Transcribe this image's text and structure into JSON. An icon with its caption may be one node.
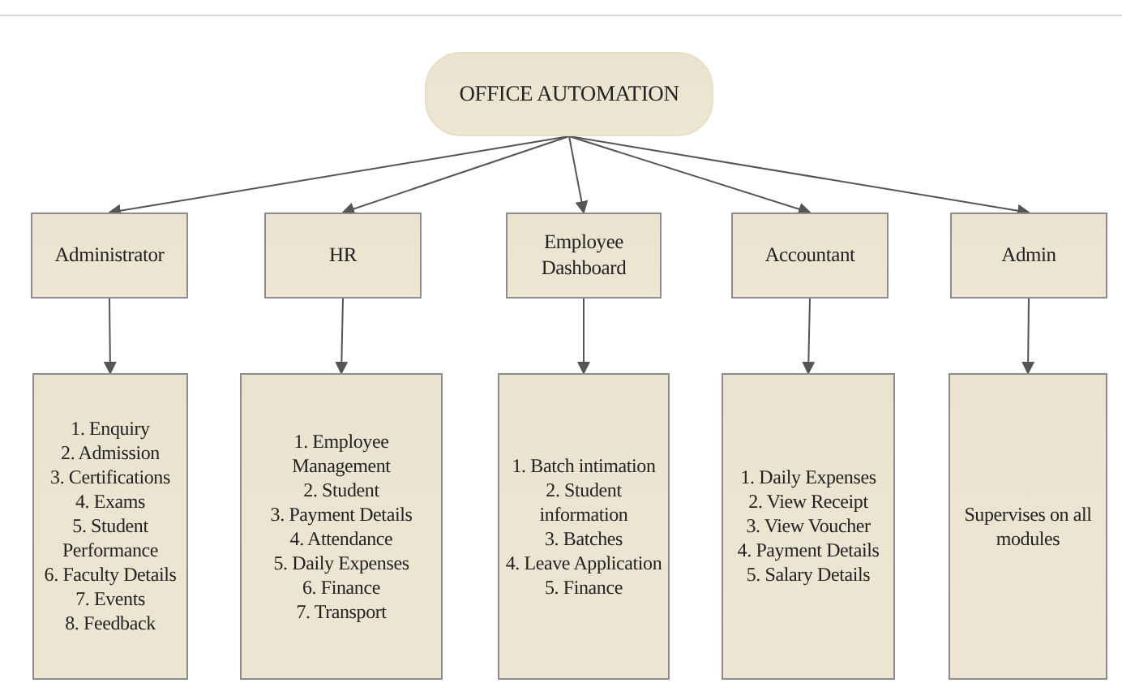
{
  "diagram": {
    "nodes": [
      {
        "text": [
          "OFFICE AUTOMATION"
        ]
      },
      {
        "text": [
          "Administrator"
        ]
      },
      {
        "text": [
          "HR"
        ]
      },
      {
        "text": [
          "Employee Dashboard"
        ]
      },
      {
        "text": [
          "Accountant"
        ]
      },
      {
        "text": [
          "Admin"
        ]
      },
      {
        "text": [
          "1. Enquiry",
          "2. Admission",
          "3. Certifications",
          "4. Exams",
          "5. Student Performance",
          "6. Faculty Details",
          "7. Events",
          "8. Feedback"
        ]
      },
      {
        "text": [
          "1. Employee Management",
          "2. Student",
          "3. Payment Details",
          "4. Attendance",
          "5. Daily Expenses",
          "6. Finance",
          "7. Transport"
        ]
      },
      {
        "text": [
          "1. Batch intimation",
          "2. Student information",
          "3. Batches",
          "4. Leave Application",
          "5. Finance"
        ]
      },
      {
        "text": [
          "1. Daily Expenses",
          "2. View Receipt",
          "3. View Voucher",
          "4. Payment Details",
          "5. Salary Details"
        ]
      },
      {
        "text": [
          "Supervises on all modules"
        ]
      }
    ],
    "edges": [
      {
        "from": 0,
        "to": 1,
        "arrow": "to"
      },
      {
        "from": 0,
        "to": 2,
        "arrow": "to"
      },
      {
        "from": 0,
        "to": 3,
        "arrow": "to"
      },
      {
        "from": 0,
        "to": 4,
        "arrow": "to"
      },
      {
        "from": 0,
        "to": 5,
        "arrow": "to"
      },
      {
        "from": 1,
        "to": 6,
        "arrow": "to"
      },
      {
        "from": 2,
        "to": 7,
        "arrow": "to"
      },
      {
        "from": 3,
        "to": 8,
        "arrow": "to"
      },
      {
        "from": 4,
        "to": 9,
        "arrow": "to"
      },
      {
        "from": 5,
        "to": 10,
        "arrow": "to"
      }
    ]
  }
}
